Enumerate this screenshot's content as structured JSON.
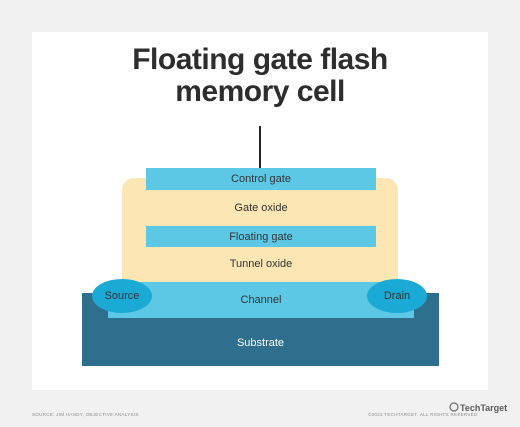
{
  "title_line1": "Floating gate flash",
  "title_line2": "memory cell",
  "layers": {
    "control_gate": "Control gate",
    "gate_oxide": "Gate oxide",
    "floating_gate": "Floating gate",
    "tunnel_oxide": "Tunnel oxide",
    "channel": "Channel",
    "substrate": "Substrate",
    "source": "Source",
    "drain": "Drain"
  },
  "footer": {
    "source": "SOURCE: JIM HANDY, OBJECTIVE ANALYSIS",
    "copyright": "©2023 TECHTARGET. ALL RIGHTS RESERVED",
    "brand": "TechTarget"
  },
  "colors": {
    "oxide": "#fbe6b4",
    "gate": "#5dc8e6",
    "channel": "#5dc8e6",
    "substrate": "#2e6f8e",
    "terminal": "#1baad6",
    "title": "#2d2d2d"
  }
}
